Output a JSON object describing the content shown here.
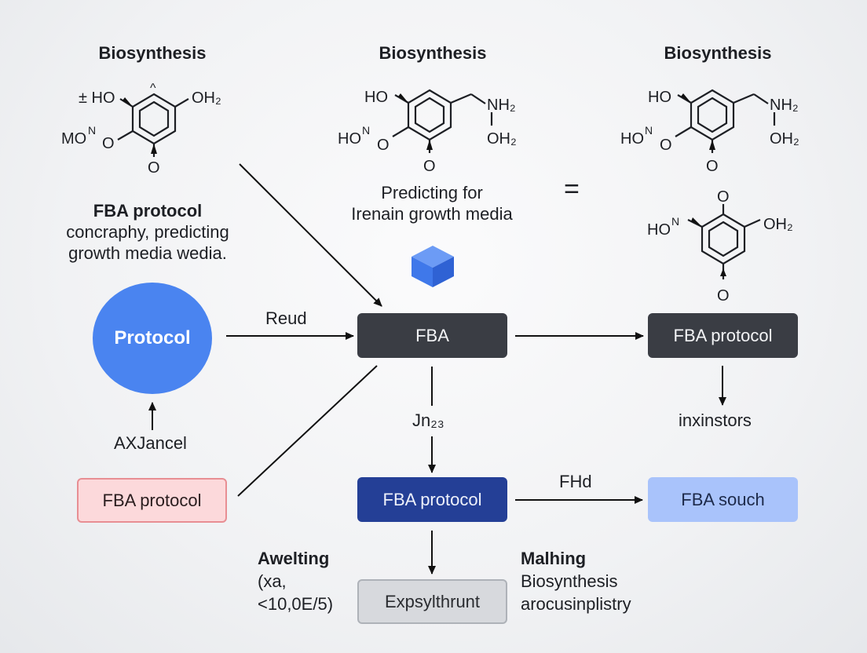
{
  "columns": {
    "left_title": "Biosynthesis",
    "mid_title": "Biosynthesis",
    "right_title": "Biosynthesis"
  },
  "molecules": {
    "m1": {
      "a": "± HO",
      "b": "OH₂",
      "c": "MO",
      "c_sup": "N",
      "d": "O",
      "e": "O",
      "f": "^"
    },
    "m2": {
      "a": "HO",
      "b": "NH₂",
      "c": "OH₂",
      "d": "HO",
      "d_sup": "N",
      "e": "O",
      "f": "O"
    },
    "m3": {
      "a": "HO",
      "b": "NH₂",
      "c": "OH₂",
      "d": "HO",
      "d_sup": "N",
      "e": "O",
      "f": "O"
    },
    "m4": {
      "a": "O",
      "b": "HO",
      "b_sup": "N",
      "c": "OH₂",
      "d": "O"
    }
  },
  "equals": "=",
  "left_text": {
    "heading": "FBA protocol",
    "line1": "concraphy, predicting",
    "line2": "growth media wedia."
  },
  "mid_text": {
    "line1": "Predicting for",
    "line2": "Irenain growth media"
  },
  "nodes": {
    "circle": "Protocol",
    "fba": "FBA",
    "fba_protocol_right": "FBA protocol",
    "fba_protocol_pink": "FBA protocol",
    "fba_protocol_navy": "FBA protocol",
    "fba_souch": "FBA souch",
    "expsylthrunt": "Expsylthrunt"
  },
  "edge_labels": {
    "reud": "Reud",
    "jn23": "Jn₂₃",
    "fhd": "FHd",
    "axjancel": "AXJancel",
    "inxinstors": "inxinstors"
  },
  "bottom_left": {
    "heading": "Awelting",
    "line1": "(xa,",
    "line2": "<10,0E/5)"
  },
  "bottom_right": {
    "heading": "Malhing",
    "line1": "Biosynthesis",
    "line2": "arocusinplistry"
  },
  "colors": {
    "circle": "#4a84f0",
    "cube": "#3f78ea",
    "dark_box": "#3a3d44",
    "navy_box": "#243f96",
    "pink_box": "#fcd9db",
    "grey_box": "#d7d9dd",
    "lightblue_box": "#a9c3fb"
  }
}
